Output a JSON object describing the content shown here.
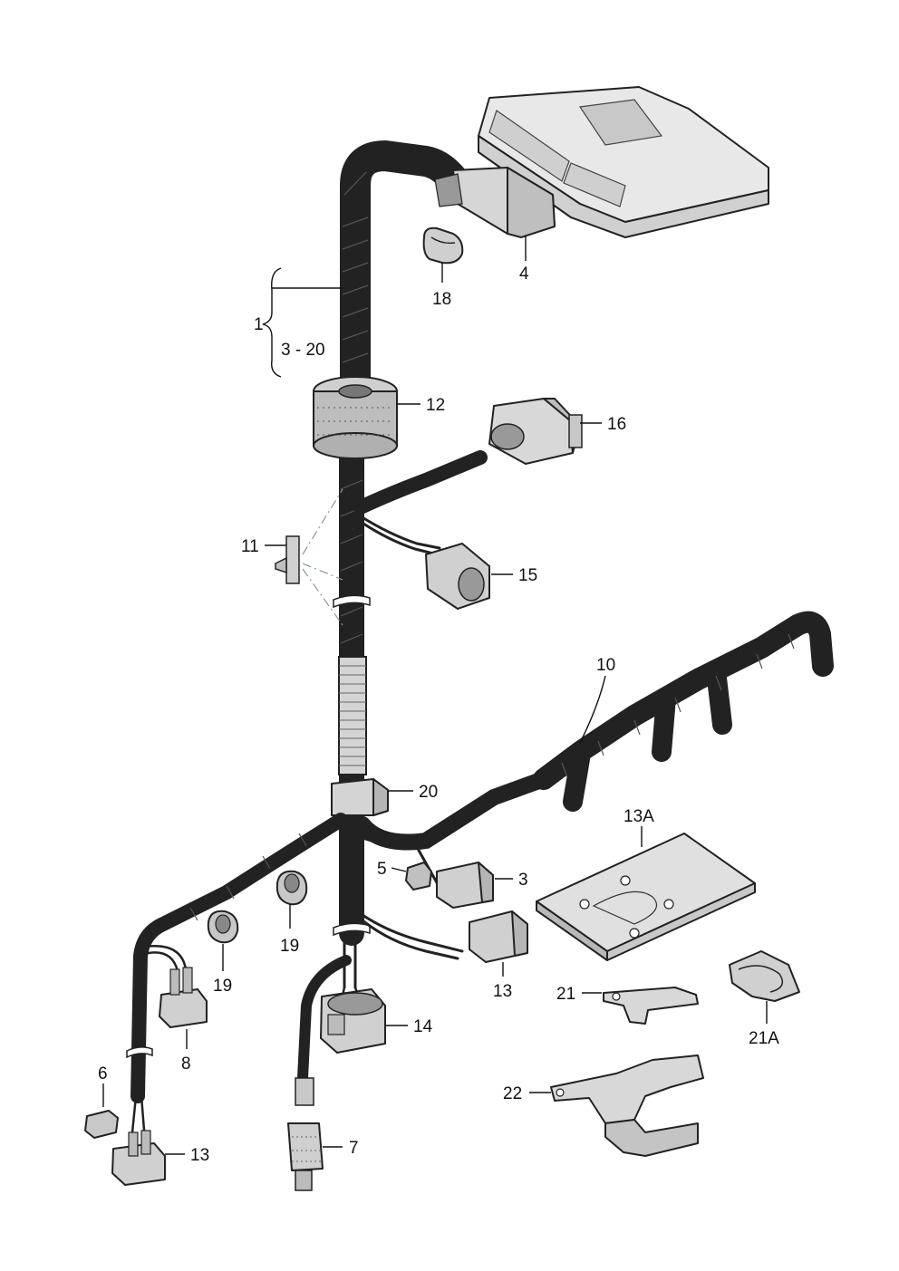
{
  "callouts": {
    "c1": "1",
    "c3_20": "3 - 20",
    "c4": "4",
    "c18": "18",
    "c12": "12",
    "c16": "16",
    "c11": "11",
    "c15": "15",
    "c10": "10",
    "c20": "20",
    "c13A": "13A",
    "c5": "5",
    "c3": "3",
    "c19a": "19",
    "c19b": "19",
    "c13a": "13",
    "c13b": "13",
    "c14": "14",
    "c21": "21",
    "c21A": "21A",
    "c8": "8",
    "c6": "6",
    "c22": "22",
    "c7": "7"
  },
  "colors": {
    "line": "#222222",
    "part_fill": "#e6e6e6",
    "part_shade": "#bdbdbd",
    "dash": "#8a96a8"
  }
}
